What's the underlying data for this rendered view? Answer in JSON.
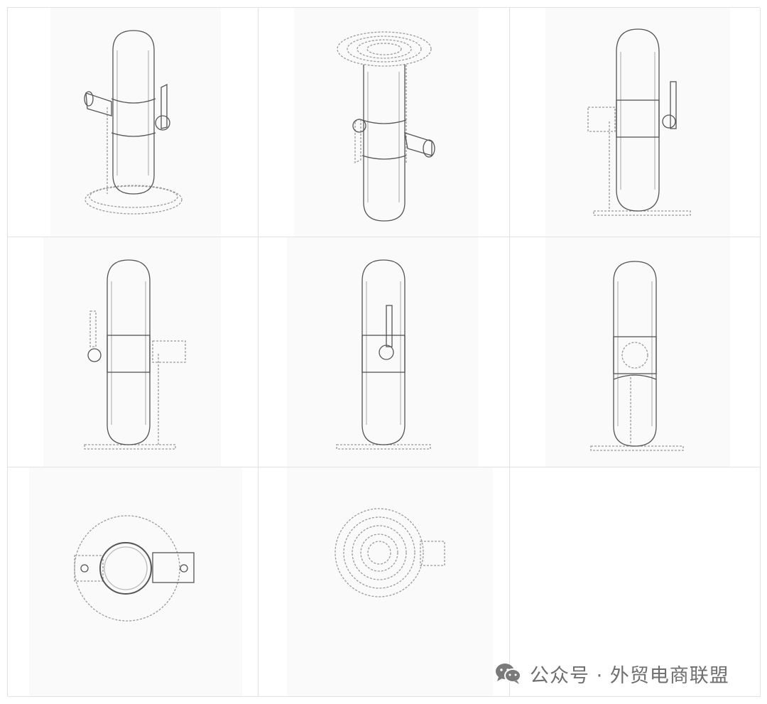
{
  "figures": [
    {
      "view": "perspective-front"
    },
    {
      "view": "perspective-rear"
    },
    {
      "view": "front-elevation"
    },
    {
      "view": "rear-elevation"
    },
    {
      "view": "left-side-elevation"
    },
    {
      "view": "right-side-elevation"
    },
    {
      "view": "top-plan"
    },
    {
      "view": "bottom-plan"
    },
    {
      "view": "empty"
    }
  ],
  "colors": {
    "line": "#555555",
    "dashed": "#9a9a9a",
    "cell_border": "#e2e2e2",
    "watermark": "#6f6f6f"
  },
  "watermark": {
    "text": "公众号 · 外贸电商联盟",
    "icon": "wechat-icon"
  }
}
